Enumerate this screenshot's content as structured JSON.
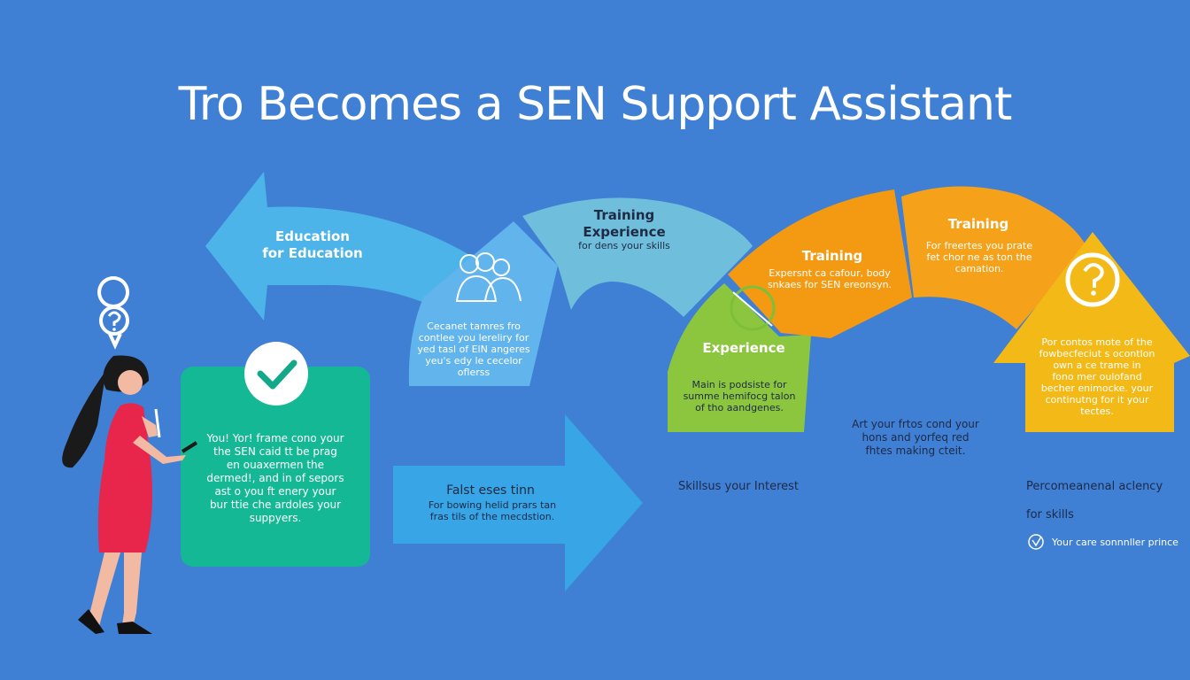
{
  "title": "Tro Becomes a SEN Support Assistant",
  "colors": {
    "background": "#3f7fd4",
    "light_blue": "#4db4ea",
    "mid_blue": "#62b4ec",
    "teal": "#6fbfdc",
    "green_card": "#14b894",
    "lime": "#8cc63f",
    "orange": "#f39a12",
    "amber": "#f5a21a",
    "yellow": "#f2b917",
    "woman_dress": "#e8254b"
  },
  "education": {
    "title": "Education\nfor Education"
  },
  "center_card": {
    "text": "Cecanet tamres fro\ncontlee you lereliry for\nyed tasl of ElN angeres\nyeu's edy le cecelor\noflerss"
  },
  "training_left": {
    "title": "Training\nExperience",
    "subtitle": "for dens your skills"
  },
  "green_card": {
    "text": "You! Yor! frame cono your\nthe SEN caid tt be prag\nen ouaxermen the\ndermed!, and in of sepors\nast o you ft enery your\nbur ttie che ardoles your\nsuppyers."
  },
  "arrow_mid": {
    "title": "Falst eses tinn",
    "text": "For bowing helid prars tan\nfras tils of the mecdstion."
  },
  "experience": {
    "title": "Experience",
    "text": "Main is podsiste for\nsumme hemifocg talon\nof tho aandgenes."
  },
  "training_mid": {
    "title": "Training",
    "text": "Expersnt ca cafour, body\nsnkaes for SEN ereonsyn."
  },
  "training_right": {
    "title": "Training",
    "text": "For freertes you prate\nfet chor ne as ton the\ncamation."
  },
  "yellow_house": {
    "text": "Por contos mote of the\nfowbecfeciut s ocontlon\nown a ce trame in\nfono mer oulofand\nbecher enimocke. your\ncontinutng for it your\ntectes."
  },
  "under_arc": "Art your frtos cond your\nhons and yorfeq red\nfhtes making cteit.",
  "skills_label": "Skillsus your Interest",
  "bottom_right": {
    "title": "Percomeanenal aclency",
    "subtitle": "for skills",
    "note": "Your care sonnnller prince"
  },
  "icons": [
    "question-icon",
    "check-icon",
    "team-icon",
    "target-icon",
    "info-icon"
  ]
}
